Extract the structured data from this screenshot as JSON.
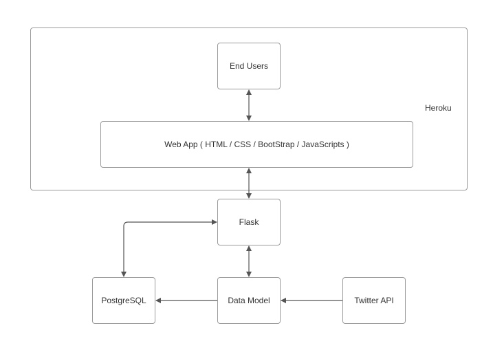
{
  "diagram": {
    "region": {
      "label": "Heroku"
    },
    "nodes": {
      "end_users": "End Users",
      "web_app": "Web App ( HTML / CSS / BootStrap / JavaScripts )",
      "flask": "Flask",
      "postgresql": "PostgreSQL",
      "data_model": "Data Model",
      "twitter_api": "Twitter API"
    },
    "edges": [
      {
        "from": "end_users",
        "to": "web_app",
        "direction": "both"
      },
      {
        "from": "web_app",
        "to": "flask",
        "direction": "both"
      },
      {
        "from": "flask",
        "to": "postgresql",
        "direction": "both"
      },
      {
        "from": "flask",
        "to": "data_model",
        "direction": "both"
      },
      {
        "from": "data_model",
        "to": "postgresql",
        "direction": "forward"
      },
      {
        "from": "twitter_api",
        "to": "data_model",
        "direction": "forward"
      }
    ],
    "colors": {
      "stroke": "#555555",
      "border": "#9a9a9a",
      "text": "#333333"
    }
  }
}
